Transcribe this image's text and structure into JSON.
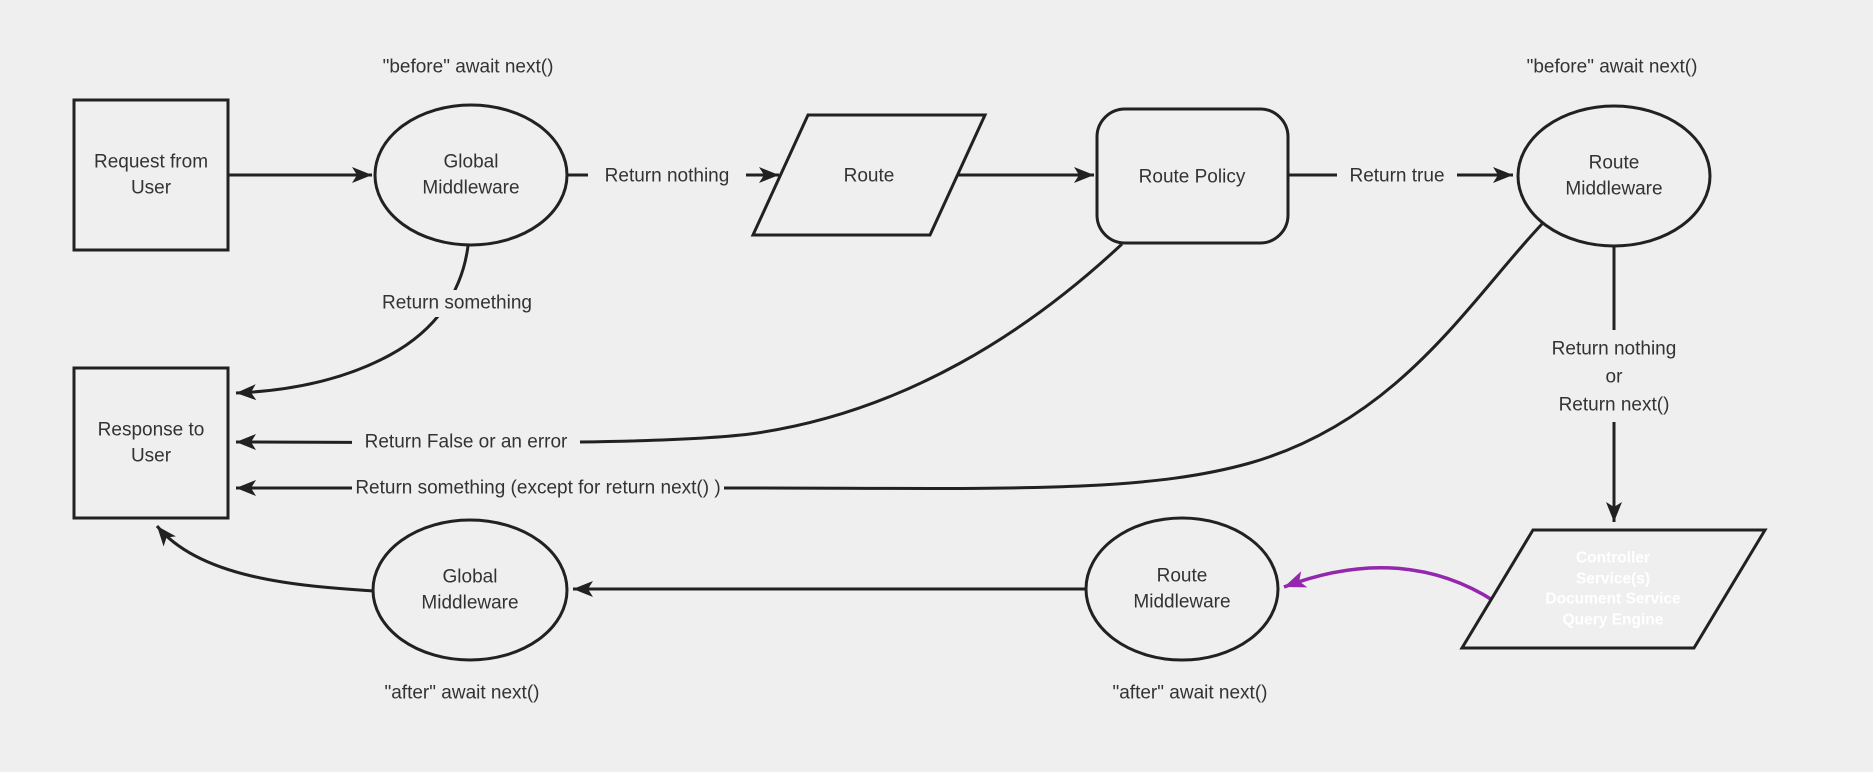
{
  "colors": {
    "background": "#efeff0",
    "stroke": "#212121",
    "text": "#333333",
    "purple_fill": "#8a1ba6",
    "purple_arrow": "#9327ad",
    "purple_text": "#ffffff"
  },
  "nodes": {
    "request": {
      "line1": "Request from",
      "line2": "User"
    },
    "global_middleware_top": {
      "line1": "Global",
      "line2": "Middleware"
    },
    "route": {
      "label": "Route"
    },
    "route_policy": {
      "label": "Route Policy"
    },
    "route_middleware_top": {
      "line1": "Route",
      "line2": "Middleware"
    },
    "response": {
      "line1": "Response to",
      "line2": "User"
    },
    "global_middleware_bottom": {
      "line1": "Global",
      "line2": "Middleware"
    },
    "route_middleware_bottom": {
      "line1": "Route",
      "line2": "Middleware"
    },
    "controller": {
      "lines": [
        "Controller",
        "Service(s)",
        "Document Service",
        "Query Engine"
      ]
    }
  },
  "edges": {
    "return_nothing": "Return nothing",
    "return_true": "Return true",
    "return_something": "Return something",
    "return_false_error": "Return False or an error",
    "return_something_except": "Return something (except for return next() )",
    "return_nothing_or": [
      "Return nothing",
      "or",
      "Return next()"
    ]
  },
  "annotations": {
    "before_await": "\"before\" await next()",
    "after_await": "\"after\" await next()"
  }
}
